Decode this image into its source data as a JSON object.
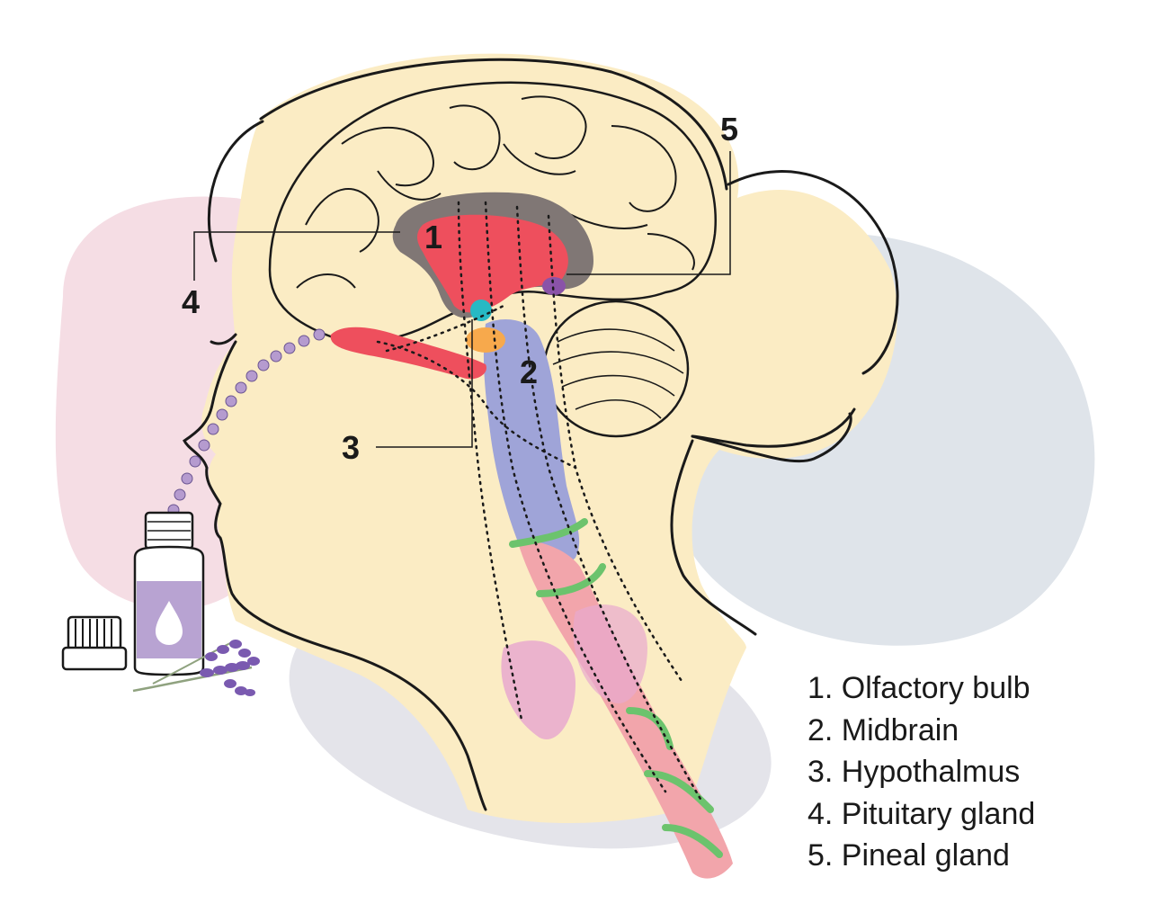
{
  "callouts": {
    "olfactory_bulb_number": "1",
    "midbrain_number": "2",
    "hypothalamus_number": "3",
    "pituitary_gland_number": "4",
    "pineal_gland_number": "5"
  },
  "legend": {
    "items": [
      "1. Olfactory bulb",
      "2. Midbrain",
      "3. Hypothalmus",
      "4. Pituitary gland",
      "5. Pineal gland"
    ]
  },
  "colors": {
    "skin": "#fbecc4",
    "pink_blob": "#f5dde4",
    "blue_blob": "#dfe4ea",
    "gray_blob": "#e4e4ea",
    "limbic_gray": "#807775",
    "brain_red": "#ee4f5d",
    "brainstem_blue": "#9fa4d8",
    "spine_pink": "#f2a5ab",
    "nerve_green": "#6cc36d",
    "lymph_pink": "#e8a9cf",
    "hypothalamus_teal": "#27b9c4",
    "pituitary_orange": "#f7a94c",
    "pineal_purple": "#8a53a8",
    "bottle_label": "#b8a3d2",
    "lavender": "#7a5ab0",
    "dot_purple": "#b59bcf"
  }
}
